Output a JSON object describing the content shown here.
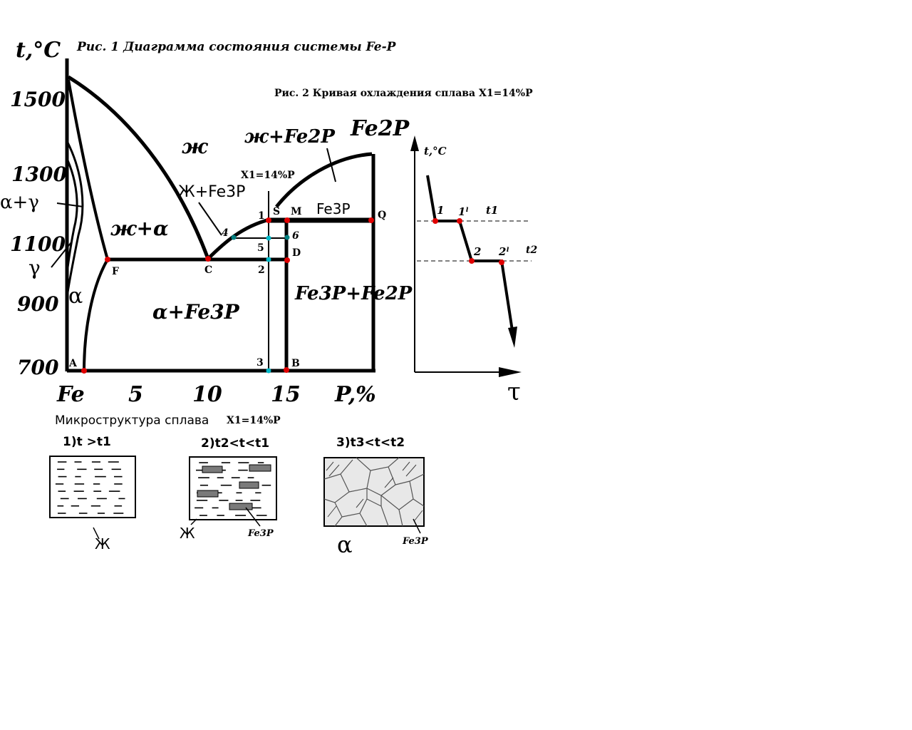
{
  "fig1": {
    "title": "Рис. 1 Диаграмма состояния системы Fe-P",
    "y_axis_label": "t,°C",
    "y_ticks": [
      "1500",
      "1300",
      "1100",
      "900",
      "700"
    ],
    "x_ticks": [
      "Fe",
      "5",
      "10",
      "15",
      "P,%"
    ],
    "phase_labels": {
      "liquid": "ж",
      "liquid_alpha": "ж+α",
      "liquid_fe2p": "ж+Fe2P",
      "liquid_fe3p": "Ж+Fe3P",
      "fe2p": "Fe2P",
      "fe3p": "Fe3P",
      "alpha_fe3p": "α+Fe3P",
      "fe3p_fe2p": "Fe3P+Fe2P",
      "alpha_gamma": "α+γ",
      "gamma": "γ",
      "alpha": "α"
    },
    "alloy_label": "X1=14%P",
    "points": {
      "A": "A",
      "F": "F",
      "C": "C",
      "S": "S",
      "M": "M",
      "Q": "Q",
      "D": "D",
      "B": "B",
      "p1": "1",
      "p2": "2",
      "p3": "3",
      "p4": "4",
      "p5": "5",
      "p6": "6"
    }
  },
  "fig2": {
    "title": "Рис. 2 Кривая охлаждения сплава X1=14%P",
    "y_axis_label": "t,°C",
    "x_axis_label": "τ",
    "t1": "t1",
    "t2": "t2",
    "points": {
      "p1": "1",
      "p1p": "1ˡ",
      "p2": "2",
      "p2p": "2ˡ"
    }
  },
  "micro": {
    "title": "Микроструктура сплава",
    "alloy": "X1=14%P",
    "panels": [
      {
        "caption": "1)t >t1",
        "labels": [
          "Ж"
        ]
      },
      {
        "caption": "2)t2<t<t1",
        "labels": [
          "Ж",
          "Fe3P"
        ]
      },
      {
        "caption": "3)t3<t<t2",
        "labels": [
          "α",
          "Fe3P"
        ]
      }
    ]
  },
  "colors": {
    "line": "#000000",
    "red_point": "#e00000",
    "cyan_point": "#00b8c8",
    "teal_point": "#008080",
    "fe3p_fill": "#7a7a7a"
  }
}
